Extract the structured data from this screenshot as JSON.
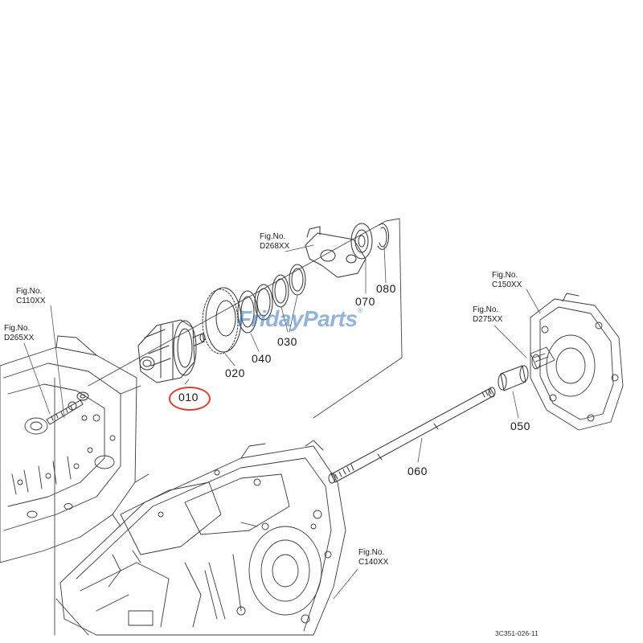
{
  "figure_refs": {
    "d268": {
      "title": "Fig.No.",
      "code": "D268XX"
    },
    "c110": {
      "title": "Fig.No.",
      "code": "C110XX"
    },
    "d265": {
      "title": "Fig.No.",
      "code": "D265XX"
    },
    "c150": {
      "title": "Fig.No.",
      "code": "C150XX"
    },
    "d275": {
      "title": "Fig.No.",
      "code": "D275XX"
    },
    "c140": {
      "title": "Fig.No.",
      "code": "C140XX"
    }
  },
  "part_numbers": {
    "p010": "010",
    "p020": "020",
    "p030": "030",
    "p040": "040",
    "p050": "050",
    "p060": "060",
    "p070": "070",
    "p080": "080"
  },
  "highlight": {
    "part": "010",
    "color": "#d9412c"
  },
  "watermark": {
    "text": "FridayParts",
    "mark": "®",
    "color": "#3a78c0"
  },
  "diagram_code": "3C351-026-11"
}
